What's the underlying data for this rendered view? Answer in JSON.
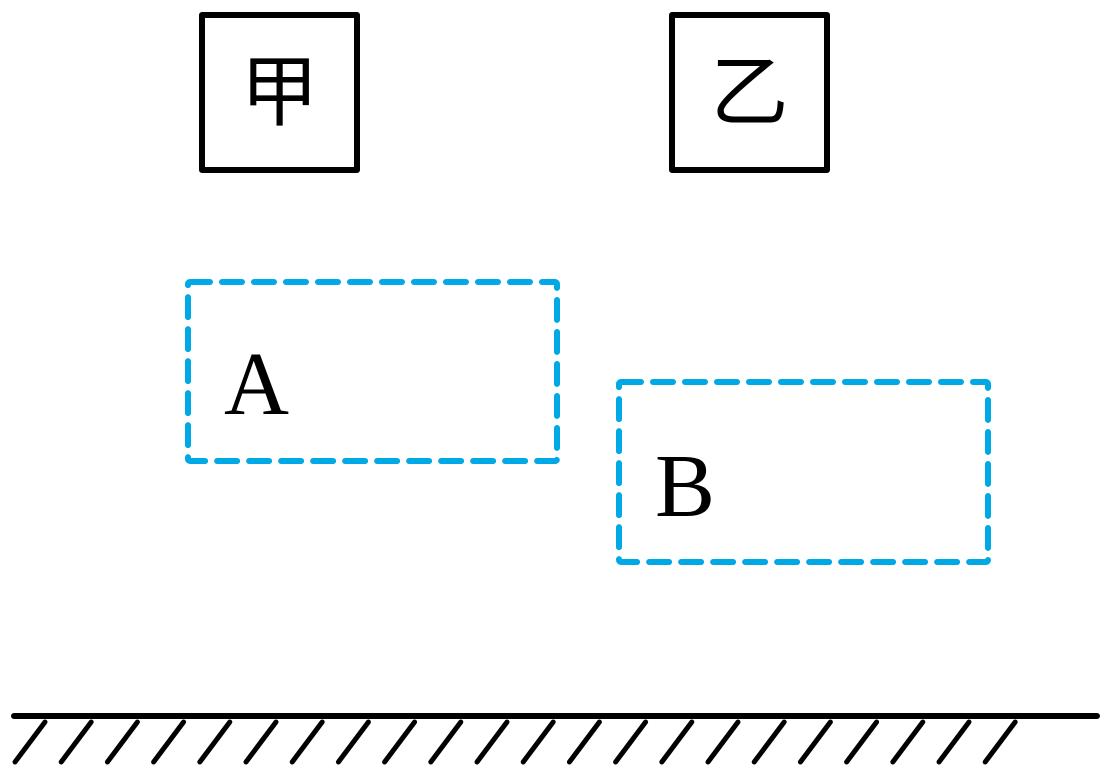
{
  "objects": {
    "box_jia": {
      "label": "甲"
    },
    "box_yi": {
      "label": "乙"
    }
  },
  "regions": {
    "region_a": {
      "label": "A"
    },
    "region_b": {
      "label": "B"
    }
  },
  "colors": {
    "outline": "#000000",
    "dashed_region": "#00a8e6",
    "background": "#ffffff"
  },
  "ground": {
    "style": "hatched"
  }
}
